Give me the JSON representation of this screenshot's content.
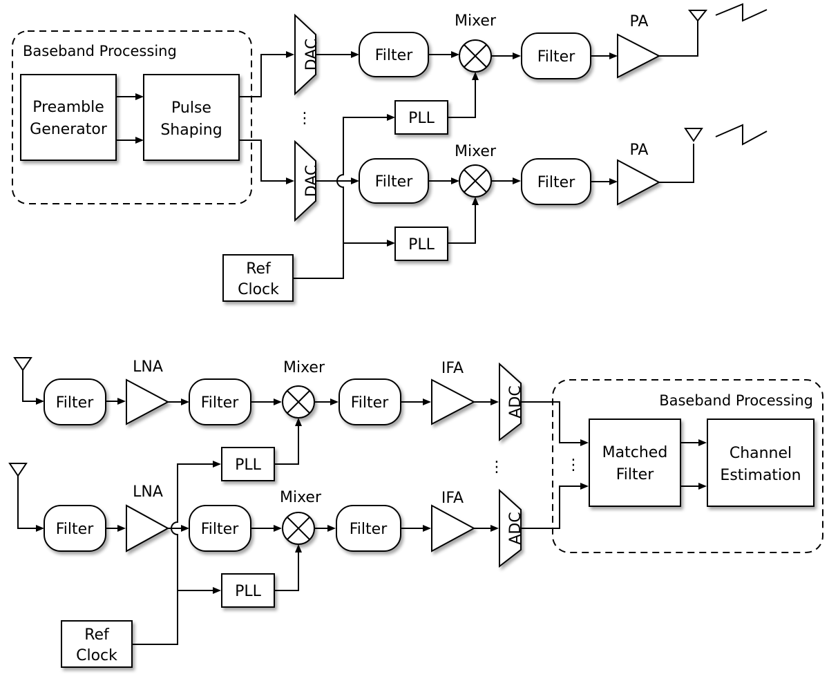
{
  "transmitter": {
    "baseband_label": "Baseband Processing",
    "preamble_line1": "Preamble",
    "preamble_line2": "Generator",
    "pulse_line1": "Pulse",
    "pulse_line2": "Shaping",
    "dac": "DAC",
    "filter": "Filter",
    "mixer": "Mixer",
    "pa": "PA",
    "pll": "PLL",
    "ref_line1": "Ref",
    "ref_line2": "Clock",
    "ellipsis": "⋮"
  },
  "receiver": {
    "baseband_label": "Baseband Processing",
    "filter": "Filter",
    "lna": "LNA",
    "mixer": "Mixer",
    "ifa": "IFA",
    "adc": "ADC",
    "pll": "PLL",
    "ref_line1": "Ref",
    "ref_line2": "Clock",
    "matched_line1": "Matched",
    "matched_line2": "Filter",
    "channel_line1": "Channel",
    "channel_line2": "Estimation",
    "ellipsis": "⋮"
  }
}
